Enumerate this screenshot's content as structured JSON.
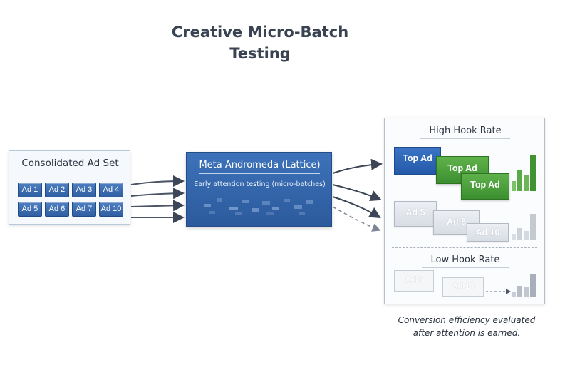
{
  "title": "Creative Micro-Batch Testing",
  "ad_set": {
    "title": "Consolidated Ad Set",
    "ads": [
      "Ad 1",
      "Ad 2",
      "Ad 3",
      "Ad 4",
      "Ad 5",
      "Ad 6",
      "Ad 7",
      "Ad 10"
    ]
  },
  "engine": {
    "title": "Meta Andromeda (Lattice)",
    "subtitle": "Early attention testing (micro-batches)"
  },
  "results": {
    "high": {
      "heading": "High Hook Rate",
      "cards": [
        "Top Ad",
        "Top Ad",
        "Top Ad"
      ],
      "faded_cards": [
        "Ad 5",
        "Ad 8",
        "Ad 10"
      ]
    },
    "low": {
      "heading": "Low Hook Rate",
      "cards": [
        "Ad 5",
        "Ad 10"
      ]
    }
  },
  "caption": {
    "line1": "Conversion efficiency evaluated",
    "line2": "after attention is earned."
  },
  "colors": {
    "chip_blue": "#2f5fa2",
    "engine_blue": "#2c5a9c",
    "top_blue": "#245aa8",
    "top_green": "#3c8f2f",
    "muted_gray": "#d8dde4"
  }
}
